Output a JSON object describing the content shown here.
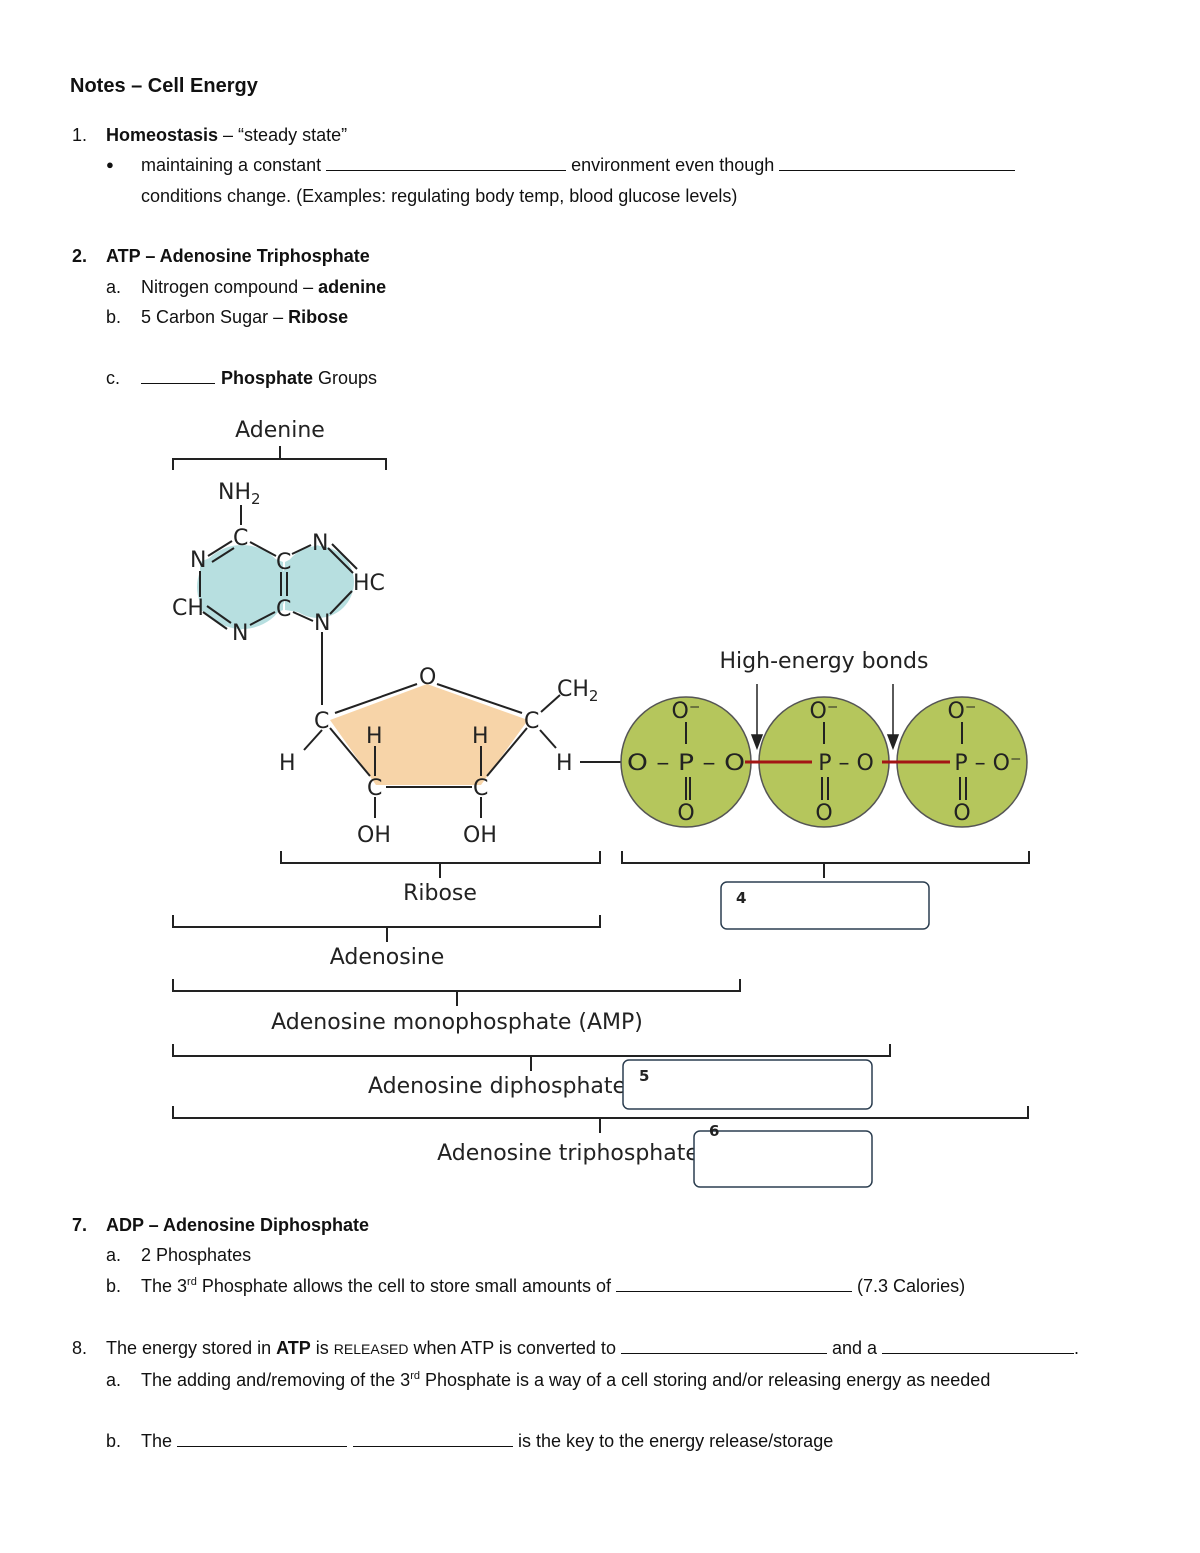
{
  "title": "Notes – Cell Energy",
  "s1": {
    "num": "1.",
    "term": "Homeostasis",
    "dash": " – “steady state”",
    "bullet": "●",
    "line1_a": "maintaining a constant ",
    "line1_b": " environment even though ",
    "line2": "conditions change. (Examples: regulating body temp, blood glucose levels)"
  },
  "s2": {
    "num": "2.",
    "head": "ATP – Adenosine Triphosphate",
    "a_mark": "a.",
    "a_text": "Nitrogen compound – ",
    "a_bold": "adenine",
    "b_mark": "b.",
    "b_text": "5 Carbon Sugar – ",
    "b_bold": "Ribose",
    "c_mark": "c.",
    "c_bold": "Phosphate",
    "c_text": " Groups"
  },
  "diagram": {
    "adenine": "Adenine",
    "nh2": "NH",
    "nh2_sub": "2",
    "n_left": "N",
    "c_top": "C",
    "c_mid_top": "C",
    "n_top_right": "N",
    "hc": "HC",
    "ch_left": "CH",
    "n_bottom": "N",
    "c_mid_bottom": "C",
    "n_right": "N",
    "o_ring": "O",
    "c_left": "C",
    "c_right": "C",
    "h_left": "H",
    "h_right": "H",
    "h_in1": "H",
    "h_in2": "H",
    "c_b1": "C",
    "c_b2": "C",
    "oh1": "OH",
    "oh2": "OH",
    "ch2": "CH",
    "ch2_sub": "2",
    "phos1": {
      "top": "O⁻",
      "mid": "O – P – O",
      "bot": "O"
    },
    "phos2": {
      "top": "O⁻",
      "mid": "P – O",
      "bot": "O"
    },
    "phos3": {
      "top": "O⁻",
      "mid": "P – O⁻",
      "bot": "O"
    },
    "high_energy": "High-energy bonds",
    "ribose": "Ribose",
    "adenosine": "Adenosine",
    "amp": "Adenosine monophosphate (AMP)",
    "adp": "Adenosine diphosphate",
    "atp": "Adenosine triphosphate",
    "box4": "4",
    "box5": "5",
    "box6": "6",
    "colors": {
      "adenine_fill": "#b7dfe0",
      "ribose_fill": "#f7d4a8",
      "phosphate_fill": "#b5c65c",
      "bond": "#a31515"
    }
  },
  "s7": {
    "num": "7.",
    "head": "ADP – Adenosine Diphosphate",
    "a_mark": "a.",
    "a_text": "2 Phosphates",
    "b_mark": "b.",
    "b_pre": "The 3",
    "b_sup": "rd",
    "b_post": " Phosphate allows the cell to store small amounts of ",
    "b_end": " (7.3 Calories)"
  },
  "s8": {
    "num": "8.",
    "pre": "The energy stored in ",
    "atp": "ATP",
    "is": " is ",
    "released": "RELEASED",
    "mid": " when ATP is converted to ",
    "and": " and a ",
    "end": ".",
    "a_mark": "a.",
    "a_pre": "The adding and/removing of the 3",
    "a_sup": "rd",
    "a_post": " Phosphate is a way of a cell storing and/or releasing energy as needed",
    "b_mark": "b.",
    "b_pre": "The ",
    "b_post": " is the key to the energy release/storage"
  }
}
